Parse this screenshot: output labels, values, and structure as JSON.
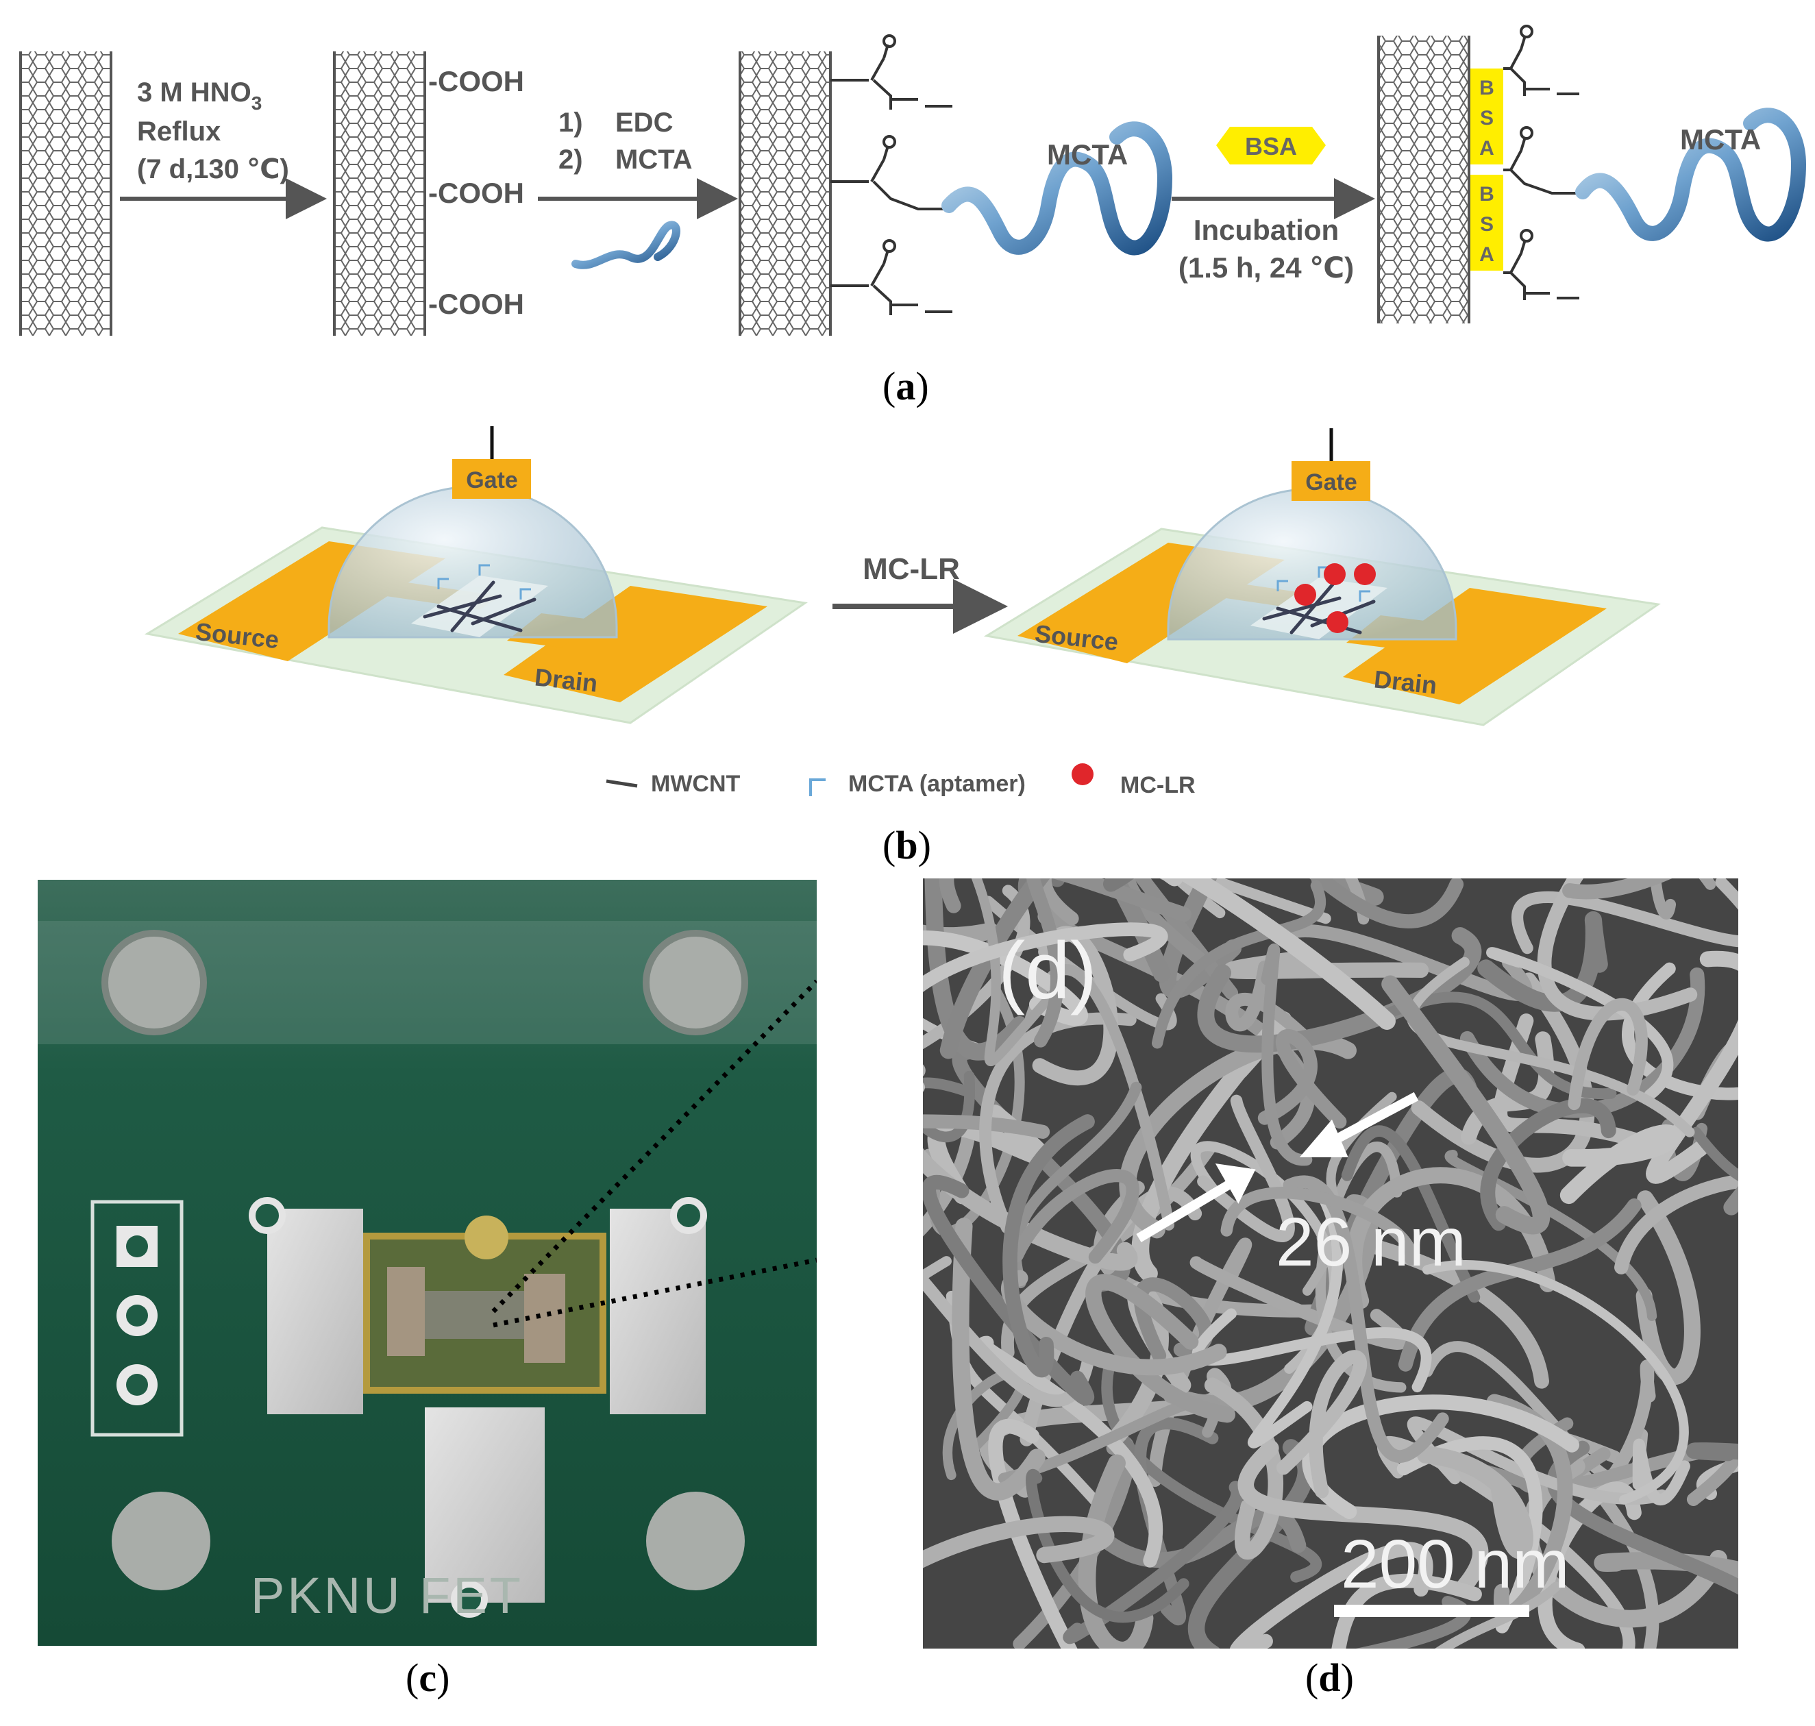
{
  "panel_a": {
    "step1": {
      "line1": "3 M HNO",
      "subscript": "3",
      "line2": "Reflux",
      "line3": "(7 d,130 ℃)"
    },
    "cooh_labels": [
      "-COOH",
      "-COOH",
      "-COOH"
    ],
    "step2": {
      "item1_num": "1)",
      "item1_text": "EDC",
      "item2_num": "2)",
      "item2_text": "MCTA"
    },
    "mcta_label": "MCTA",
    "bsa_badge": "BSA",
    "step3": {
      "line1": "Incubation",
      "line2": "(1.5 h, 24 ℃)"
    },
    "bsa_letters": [
      "B",
      "S",
      "A",
      "B",
      "S",
      "A"
    ],
    "mcta_label_final": "MCTA",
    "caption": "a"
  },
  "panel_b": {
    "gate_label": "Gate",
    "source_label": "Source",
    "drain_label": "Drain",
    "arrow_label": "MC-LR",
    "legend": [
      {
        "label": "MWCNT",
        "icon": "dash-icon"
      },
      {
        "label": "MCTA (aptamer)",
        "icon": "bracket-icon"
      },
      {
        "label": "MC-LR",
        "icon": "red-dot-icon"
      }
    ],
    "caption": "b"
  },
  "panel_c": {
    "board_text": "PKNU FET",
    "caption": "c"
  },
  "panel_d": {
    "corner_label": "(d)",
    "measure_label": "26 nm",
    "scale_label": "200 nm",
    "caption": "d"
  },
  "colors": {
    "gold": "#f5ad17",
    "board_green": "#1b5540",
    "glass": "#bcd3df",
    "mctal_blue": "#3a6fa4",
    "mc_lr_red": "#e0262b",
    "bsa_yellow": "#ffee00"
  }
}
